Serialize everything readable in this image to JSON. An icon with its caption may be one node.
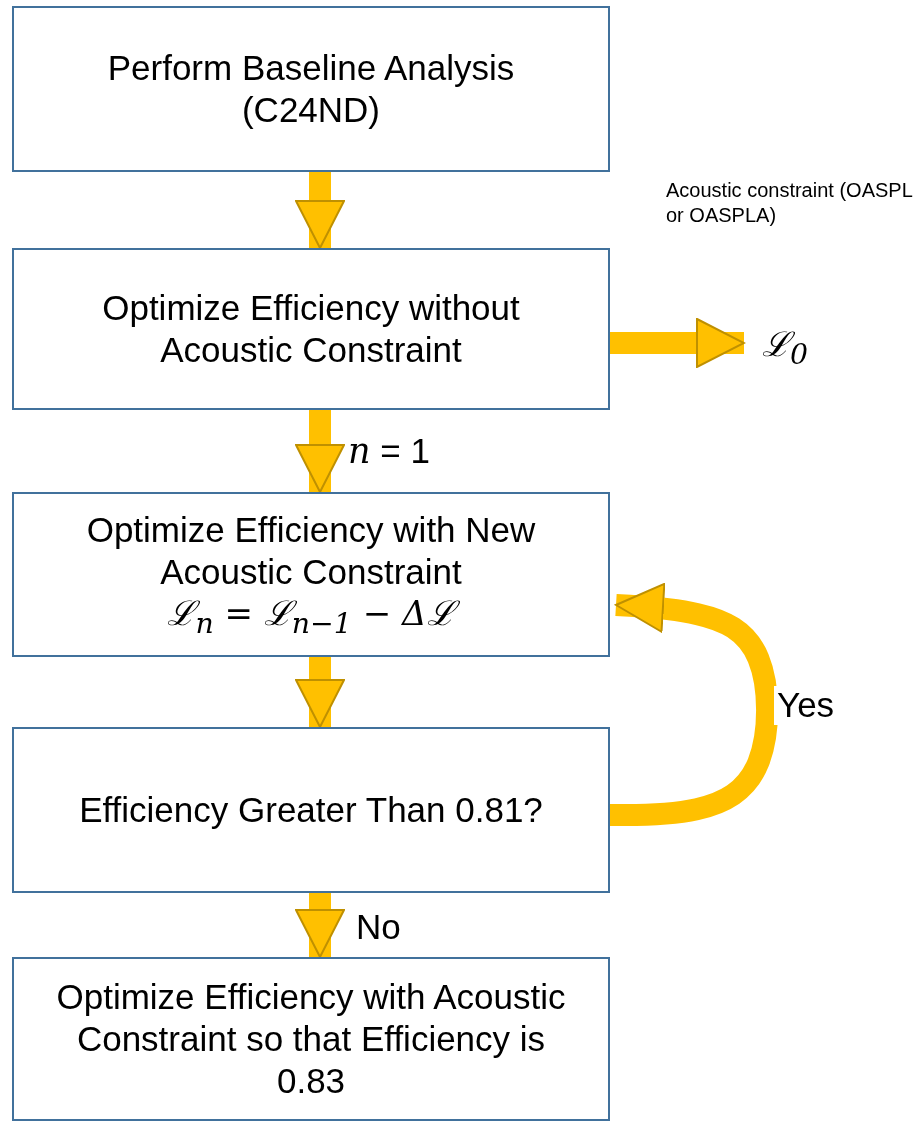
{
  "diagram": {
    "nodes": [
      {
        "text": [
          "Perform Baseline Analysis (C24ND)"
        ]
      },
      {
        "text": [
          "Optimize Efficiency without Acoustic Constraint"
        ]
      },
      {
        "text": [
          "Optimize Efficiency with New Acoustic Constraint",
          "ℒ$_{n}$ = ℒ$_{n−1}$ − Δℒ"
        ]
      },
      {
        "text": [
          "Efficiency Greater Than 0.81?"
        ]
      },
      {
        "text": [
          "Optimize Efficiency with Acoustic Constraint so that Efficiency is 0.83"
        ]
      },
      {
        "text": [
          "ℒ$_{0}$"
        ]
      }
    ],
    "labels": [
      "Acoustic constraint (OASPL or OASPLA)"
    ],
    "edges": [
      {
        "from": 0,
        "to": 1,
        "arrow": "to"
      },
      {
        "from": 1,
        "to": 2,
        "arrow": "to",
        "label": "*n* = 1"
      },
      {
        "from": 2,
        "to": 3,
        "arrow": "to"
      },
      {
        "from": 3,
        "to": 2,
        "arrow": "to",
        "label": "Yes"
      },
      {
        "from": 3,
        "to": 4,
        "arrow": "to",
        "label": "No"
      },
      {
        "from": 1,
        "to": 5,
        "arrow": "to"
      }
    ]
  }
}
